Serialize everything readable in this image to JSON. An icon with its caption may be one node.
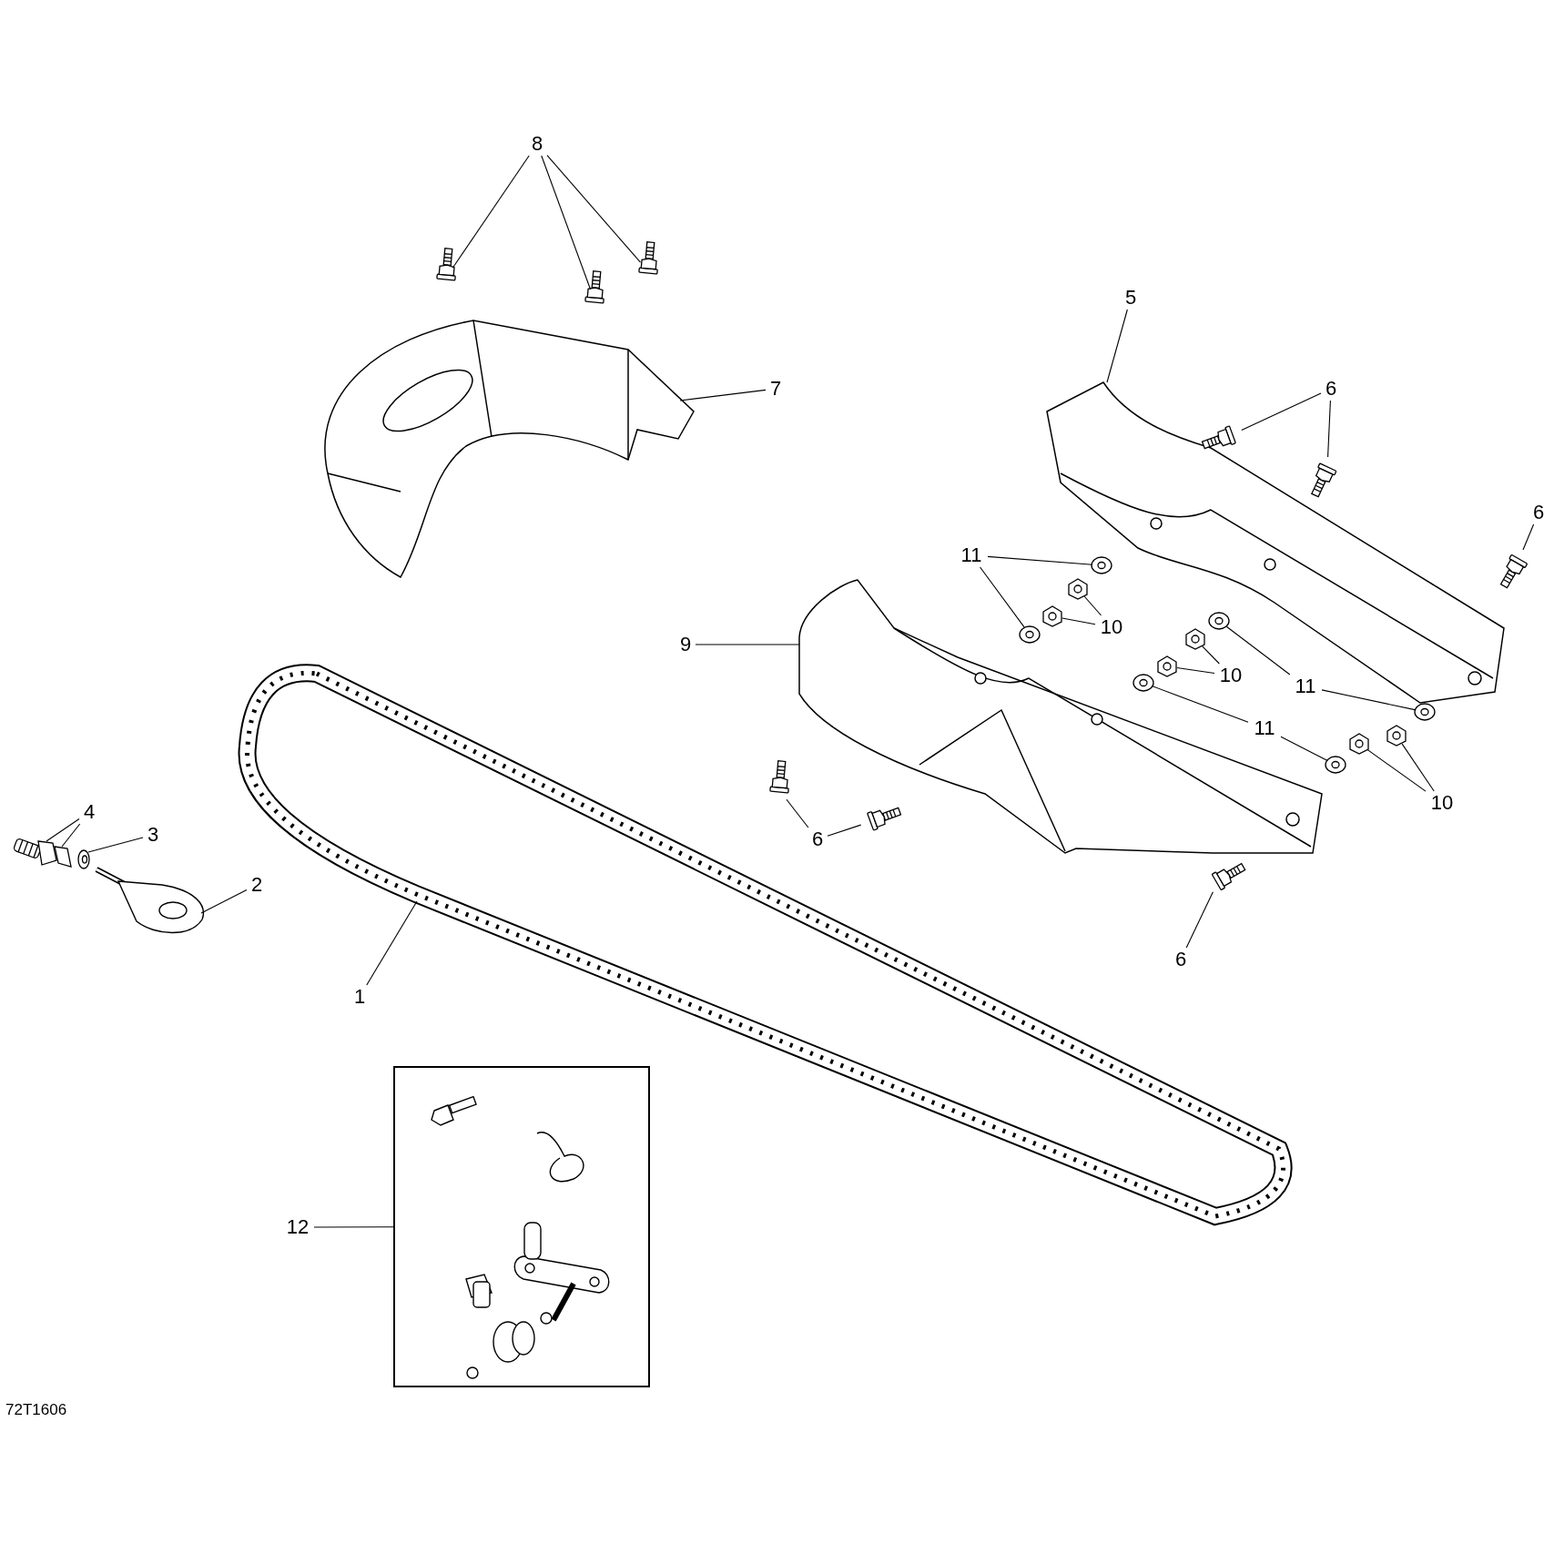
{
  "diagram": {
    "nodes": [
      {
        "text": [
          "8"
        ]
      },
      {
        "text": [
          "7"
        ]
      },
      {
        "text": [
          "5"
        ]
      },
      {
        "text": [
          "6"
        ]
      },
      {
        "text": [
          "6"
        ]
      },
      {
        "text": [
          "11"
        ]
      },
      {
        "text": [
          "10"
        ]
      },
      {
        "text": [
          "9"
        ]
      },
      {
        "text": [
          "10"
        ]
      },
      {
        "text": [
          "11"
        ]
      },
      {
        "text": [
          "11"
        ]
      },
      {
        "text": [
          "10"
        ]
      },
      {
        "text": [
          "6"
        ]
      },
      {
        "text": [
          "6"
        ]
      },
      {
        "text": [
          "4"
        ]
      },
      {
        "text": [
          "3"
        ]
      },
      {
        "text": [
          "2"
        ]
      },
      {
        "text": [
          "1"
        ]
      },
      {
        "text": [
          "12"
        ]
      },
      {
        "text": [],
        "shape": "box"
      },
      {
        "text": [],
        "shape": "picture"
      },
      {
        "text": [],
        "shape": "picture"
      },
      {
        "text": [],
        "shape": "picture"
      },
      {
        "text": [],
        "shape": "picture"
      },
      {
        "text": [],
        "shape": "picture"
      },
      {
        "text": [],
        "shape": "picture"
      },
      {
        "text": [],
        "shape": "picture"
      },
      {
        "text": [],
        "shape": "picture"
      },
      {
        "text": [],
        "shape": "picture"
      },
      {
        "text": [],
        "shape": "picture"
      },
      {
        "text": [],
        "shape": "picture"
      },
      {
        "text": [],
        "shape": "picture"
      },
      {
        "text": [],
        "shape": "picture"
      },
      {
        "text": [],
        "shape": "picture"
      },
      {
        "text": [],
        "shape": "picture"
      },
      {
        "text": [],
        "shape": "picture"
      },
      {
        "text": [],
        "shape": "picture"
      },
      {
        "text": [],
        "shape": "picture"
      },
      {
        "text": [],
        "shape": "picture"
      },
      {
        "text": [],
        "shape": "picture"
      },
      {
        "text": [],
        "shape": "picture"
      },
      {
        "text": [],
        "shape": "picture"
      },
      {
        "text": [],
        "shape": "picture"
      },
      {
        "text": [],
        "shape": "picture"
      },
      {
        "text": [],
        "shape": "picture"
      },
      {
        "text": [],
        "shape": "picture"
      },
      {
        "text": [],
        "shape": "picture"
      },
      {
        "text": [],
        "shape": "picture"
      },
      {
        "text": [],
        "shape": "picture"
      }
    ],
    "edges": [
      {
        "from": 0,
        "to": 20,
        "arrow": "none"
      },
      {
        "from": 0,
        "to": 21,
        "arrow": "none"
      },
      {
        "from": 0,
        "to": 22,
        "arrow": "none"
      },
      {
        "from": 1,
        "to": 23,
        "arrow": "none"
      },
      {
        "from": 2,
        "to": 24,
        "arrow": "none"
      },
      {
        "from": 3,
        "to": 25,
        "arrow": "none"
      },
      {
        "from": 3,
        "to": 26,
        "arrow": "none"
      },
      {
        "from": 4,
        "to": 27,
        "arrow": "none"
      },
      {
        "from": 5,
        "to": 28,
        "arrow": "none"
      },
      {
        "from": 5,
        "to": 29,
        "arrow": "none"
      },
      {
        "from": 6,
        "to": 30,
        "arrow": "none"
      },
      {
        "from": 6,
        "to": 31,
        "arrow": "none"
      },
      {
        "from": 7,
        "to": 32,
        "arrow": "none"
      },
      {
        "from": 8,
        "to": 33,
        "arrow": "none"
      },
      {
        "from": 8,
        "to": 34,
        "arrow": "none"
      },
      {
        "from": 9,
        "to": 35,
        "arrow": "none"
      },
      {
        "from": 9,
        "to": 36,
        "arrow": "none"
      },
      {
        "from": 10,
        "to": 37,
        "arrow": "none"
      },
      {
        "from": 10,
        "to": 38,
        "arrow": "none"
      },
      {
        "from": 11,
        "to": 39,
        "arrow": "none"
      },
      {
        "from": 11,
        "to": 40,
        "arrow": "none"
      },
      {
        "from": 12,
        "to": 41,
        "arrow": "none"
      },
      {
        "from": 12,
        "to": 42,
        "arrow": "none"
      },
      {
        "from": 13,
        "to": 43,
        "arrow": "none"
      },
      {
        "from": 14,
        "to": 44,
        "arrow": "none"
      },
      {
        "from": 14,
        "to": 45,
        "arrow": "none"
      },
      {
        "from": 15,
        "to": 46,
        "arrow": "none"
      },
      {
        "from": 16,
        "to": 47,
        "arrow": "none"
      },
      {
        "from": 17,
        "to": 48,
        "arrow": "none"
      },
      {
        "from": 18,
        "to": 19,
        "arrow": "none"
      }
    ],
    "labels": [
      "72T1606"
    ]
  }
}
